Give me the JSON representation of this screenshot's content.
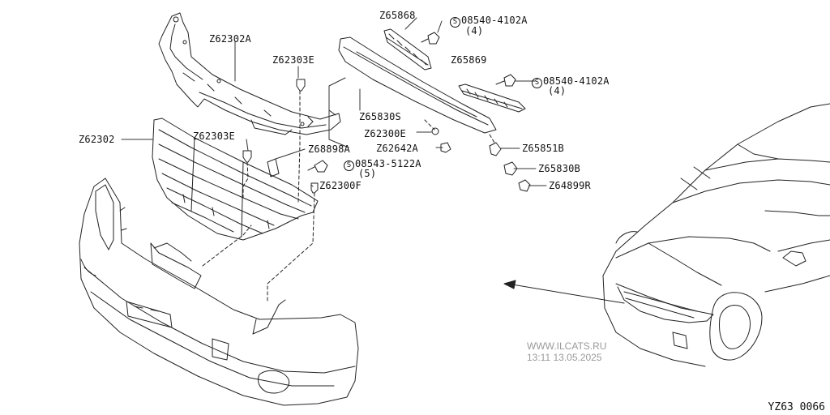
{
  "callouts": {
    "c1": "Z65868",
    "c2": "08540-4102A",
    "c2q": "(4)",
    "c3": "Z62302A",
    "c4": "Z62303E",
    "c5": "Z65869",
    "c6": "08540-4102A",
    "c6q": "(4)",
    "c7": "Z65830S",
    "c8": "Z62300E",
    "c9": "Z62302",
    "c10": "Z62303E",
    "c11": "Z68898A",
    "c12": "Z62642A",
    "c13": "Z65851B",
    "c14": "08543-5122A",
    "c14q": "(5)",
    "c15": "Z65830B",
    "c16": "Z62300F",
    "c17": "Z64899R"
  },
  "screw_marker": "S",
  "watermark": {
    "site": "WWW.ILCATS.RU",
    "stamp": "13:11 13.05.2025"
  },
  "diagram_code": "YZ63 0066"
}
